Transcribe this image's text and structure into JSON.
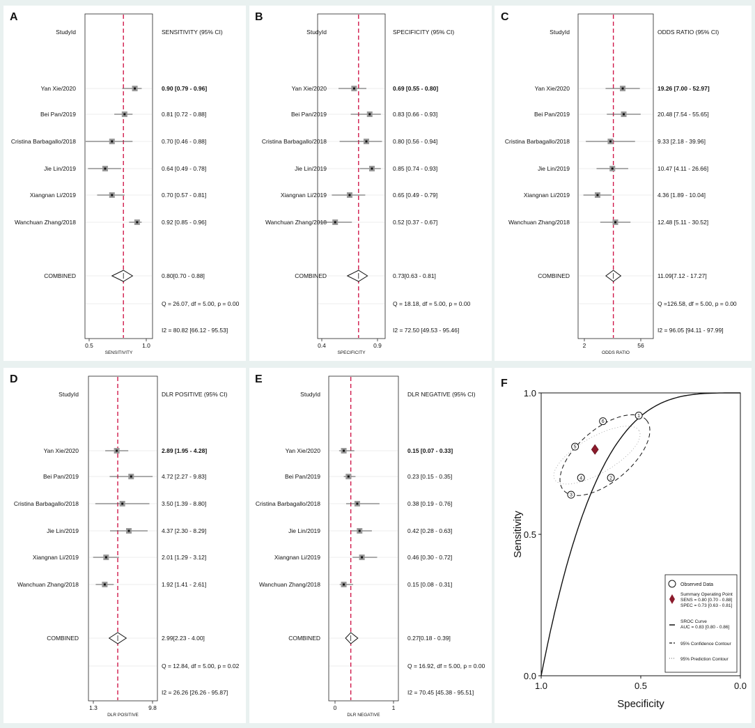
{
  "panels": [
    {
      "label": "A",
      "studyid": "StudyId",
      "header": "SENSITIVITY (95% CI)",
      "xlabel": "SENSITIVITY",
      "xmin": 0.5,
      "xmax": 1.0,
      "scale": "linear",
      "tick_values": [
        0.5,
        1.0
      ],
      "tick_labels": [
        "0.5",
        "1.0"
      ],
      "ref": 0.8,
      "studies": [
        {
          "name": "Yan Xie/2020",
          "est": 0.9,
          "lo": 0.79,
          "hi": 0.96,
          "text": "0.90 [0.79 - 0.96]",
          "bold": true
        },
        {
          "name": "Bei Pan/2019",
          "est": 0.81,
          "lo": 0.72,
          "hi": 0.88,
          "text": "0.81 [0.72 - 0.88]",
          "bold": false
        },
        {
          "name": "Cristina Barbagallo/2018",
          "est": 0.7,
          "lo": 0.46,
          "hi": 0.88,
          "text": "0.70 [0.46 - 0.88]",
          "bold": false
        },
        {
          "name": "Jie Lin/2019",
          "est": 0.64,
          "lo": 0.49,
          "hi": 0.78,
          "text": "0.64 [0.49 - 0.78]",
          "bold": false
        },
        {
          "name": "Xiangnan Li/2019",
          "est": 0.7,
          "lo": 0.57,
          "hi": 0.81,
          "text": "0.70 [0.57 - 0.81]",
          "bold": false
        },
        {
          "name": "Wanchuan Zhang/2018",
          "est": 0.92,
          "lo": 0.85,
          "hi": 0.96,
          "text": "0.92 [0.85 - 0.96]",
          "bold": false
        }
      ],
      "combined": {
        "name": "COMBINED",
        "est": 0.8,
        "lo": 0.7,
        "hi": 0.88,
        "text": "0.80[0.70 - 0.88]"
      },
      "q_text": "Q = 26.07, df = 5.00, p =  0.00",
      "i2_text": "I2 = 80.82 [66.12 - 95.53]"
    },
    {
      "label": "B",
      "studyid": "StudyId",
      "header": "SPECIFICITY (95% CI)",
      "xlabel": "SPECIFICITY",
      "xmin": 0.4,
      "xmax": 0.9,
      "scale": "linear",
      "tick_values": [
        0.4,
        0.9
      ],
      "tick_labels": [
        "0.4",
        "0.9"
      ],
      "ref": 0.73,
      "studies": [
        {
          "name": "Yan Xie/2020",
          "est": 0.69,
          "lo": 0.55,
          "hi": 0.8,
          "text": "0.69 [0.55 - 0.80]",
          "bold": true
        },
        {
          "name": "Bei Pan/2019",
          "est": 0.83,
          "lo": 0.66,
          "hi": 0.93,
          "text": "0.83 [0.66 - 0.93]",
          "bold": false
        },
        {
          "name": "Cristina Barbagallo/2018",
          "est": 0.8,
          "lo": 0.56,
          "hi": 0.94,
          "text": "0.80 [0.56 - 0.94]",
          "bold": false
        },
        {
          "name": "Jie Lin/2019",
          "est": 0.85,
          "lo": 0.74,
          "hi": 0.93,
          "text": "0.85 [0.74 - 0.93]",
          "bold": false
        },
        {
          "name": "Xiangnan Li/2019",
          "est": 0.65,
          "lo": 0.49,
          "hi": 0.79,
          "text": "0.65 [0.49 - 0.79]",
          "bold": false
        },
        {
          "name": "Wanchuan Zhang/2018",
          "est": 0.52,
          "lo": 0.37,
          "hi": 0.67,
          "text": "0.52 [0.37 - 0.67]",
          "bold": false
        }
      ],
      "combined": {
        "name": "COMBINED",
        "est": 0.73,
        "lo": 0.63,
        "hi": 0.81,
        "text": "0.73[0.63 - 0.81]"
      },
      "q_text": "Q = 18.18, df = 5.00, p =  0.00",
      "i2_text": "I2 = 72.50 [49.53 - 95.46]"
    },
    {
      "label": "C",
      "studyid": "StudyId",
      "header": "ODDS RATIO (95% CI)",
      "xlabel": "ODDS RATIO",
      "xmin": 2,
      "xmax": 56,
      "scale": "log",
      "tick_values": [
        2,
        56
      ],
      "tick_labels": [
        "2",
        "56"
      ],
      "ref": 11.09,
      "studies": [
        {
          "name": "Yan Xie/2020",
          "est": 19.26,
          "lo": 7.0,
          "hi": 52.97,
          "text": "19.26 [7.00 - 52.97]",
          "bold": true
        },
        {
          "name": "Bei Pan/2019",
          "est": 20.48,
          "lo": 7.54,
          "hi": 55.65,
          "text": "20.48 [7.54 - 55.65]",
          "bold": false
        },
        {
          "name": "Cristina Barbagallo/2018",
          "est": 9.33,
          "lo": 2.18,
          "hi": 39.96,
          "text": "9.33 [2.18 - 39.96]",
          "bold": false
        },
        {
          "name": "Jie Lin/2019",
          "est": 10.47,
          "lo": 4.11,
          "hi": 26.66,
          "text": "10.47 [4.11 - 26.66]",
          "bold": false
        },
        {
          "name": "Xiangnan Li/2019",
          "est": 4.36,
          "lo": 1.89,
          "hi": 10.04,
          "text": "4.36 [1.89 - 10.04]",
          "bold": false
        },
        {
          "name": "Wanchuan Zhang/2018",
          "est": 12.48,
          "lo": 5.11,
          "hi": 30.52,
          "text": "12.48 [5.11 - 30.52]",
          "bold": false
        }
      ],
      "combined": {
        "name": "COMBINED",
        "est": 11.09,
        "lo": 7.12,
        "hi": 17.27,
        "text": "11.09[7.12 - 17.27]"
      },
      "q_text": "Q =126.58, df = 5.00, p =  0.00",
      "i2_text": "I2 = 96.05 [94.11 - 97.99]"
    },
    {
      "label": "D",
      "studyid": "StudyId",
      "header": "DLR POSITIVE (95% CI)",
      "xlabel": "DLR POSITIVE",
      "xmin": 1.3,
      "xmax": 9.8,
      "scale": "log",
      "tick_values": [
        1.3,
        9.8
      ],
      "tick_labels": [
        "1.3",
        "9.8"
      ],
      "ref": 2.99,
      "studies": [
        {
          "name": "Yan Xie/2020",
          "est": 2.89,
          "lo": 1.95,
          "hi": 4.28,
          "text": "2.89 [1.95 - 4.28]",
          "bold": true
        },
        {
          "name": "Bei Pan/2019",
          "est": 4.72,
          "lo": 2.27,
          "hi": 9.83,
          "text": "4.72 [2.27 - 9.83]",
          "bold": false
        },
        {
          "name": "Cristina Barbagallo/2018",
          "est": 3.5,
          "lo": 1.39,
          "hi": 8.8,
          "text": "3.50 [1.39 - 8.80]",
          "bold": false
        },
        {
          "name": "Jie Lin/2019",
          "est": 4.37,
          "lo": 2.3,
          "hi": 8.29,
          "text": "4.37 [2.30 - 8.29]",
          "bold": false
        },
        {
          "name": "Xiangnan Li/2019",
          "est": 2.01,
          "lo": 1.29,
          "hi": 3.12,
          "text": "2.01 [1.29 - 3.12]",
          "bold": false
        },
        {
          "name": "Wanchuan Zhang/2018",
          "est": 1.92,
          "lo": 1.41,
          "hi": 2.61,
          "text": "1.92 [1.41 - 2.61]",
          "bold": false
        }
      ],
      "combined": {
        "name": "COMBINED",
        "est": 2.99,
        "lo": 2.23,
        "hi": 4.0,
        "text": "2.99[2.23 - 4.00]"
      },
      "q_text": "Q = 12.84, df = 5.00, p =  0.02",
      "i2_text": "I2 = 26.26 [26.26 - 95.87]"
    },
    {
      "label": "E",
      "studyid": "StudyId",
      "header": "DLR NEGATIVE (95% CI)",
      "xlabel": "DLR NEGATIVE",
      "xmin": 0,
      "xmax": 1,
      "scale": "linear",
      "tick_values": [
        0,
        1
      ],
      "tick_labels": [
        "0",
        "1"
      ],
      "ref": 0.27,
      "studies": [
        {
          "name": "Yan Xie/2020",
          "est": 0.15,
          "lo": 0.07,
          "hi": 0.33,
          "text": "0.15 [0.07 - 0.33]",
          "bold": true
        },
        {
          "name": "Bei Pan/2019",
          "est": 0.23,
          "lo": 0.15,
          "hi": 0.35,
          "text": "0.23 [0.15 - 0.35]",
          "bold": false
        },
        {
          "name": "Cristina Barbagallo/2018",
          "est": 0.38,
          "lo": 0.19,
          "hi": 0.76,
          "text": "0.38 [0.19 - 0.76]",
          "bold": false
        },
        {
          "name": "Jie Lin/2019",
          "est": 0.42,
          "lo": 0.28,
          "hi": 0.63,
          "text": "0.42 [0.28 - 0.63]",
          "bold": false
        },
        {
          "name": "Xiangnan Li/2019",
          "est": 0.46,
          "lo": 0.3,
          "hi": 0.72,
          "text": "0.46 [0.30 - 0.72]",
          "bold": false
        },
        {
          "name": "Wanchuan Zhang/2018",
          "est": 0.15,
          "lo": 0.08,
          "hi": 0.31,
          "text": "0.15 [0.08 - 0.31]",
          "bold": false
        }
      ],
      "combined": {
        "name": "COMBINED",
        "est": 0.27,
        "lo": 0.18,
        "hi": 0.39,
        "text": "0.27[0.18 - 0.39]"
      },
      "q_text": "Q = 16.92, df = 5.00, p =  0.00",
      "i2_text": "I2 = 70.45 [45.38 - 95.51]"
    }
  ],
  "sroc": {
    "label": "F",
    "xlabel": "Specificity",
    "ylabel": "Sensitivity",
    "x_ticks": [
      "1.0",
      "0.5",
      "0.0"
    ],
    "y_ticks": [
      "0.0",
      "0.5",
      "1.0"
    ],
    "observed": [
      {
        "id": "1",
        "specificity": 0.51,
        "sensitivity": 0.92
      },
      {
        "id": "2",
        "specificity": 0.65,
        "sensitivity": 0.7
      },
      {
        "id": "3",
        "specificity": 0.85,
        "sensitivity": 0.64
      },
      {
        "id": "4",
        "specificity": 0.8,
        "sensitivity": 0.7
      },
      {
        "id": "5",
        "specificity": 0.83,
        "sensitivity": 0.81
      },
      {
        "id": "6",
        "specificity": 0.69,
        "sensitivity": 0.9
      }
    ],
    "summary_point": {
      "specificity": 0.73,
      "sensitivity": 0.8,
      "color": "#8b1a2b"
    },
    "legend": [
      {
        "kind": "observed",
        "text": "Observed Data"
      },
      {
        "kind": "summary",
        "lines": [
          "Summary Operating Point",
          "SENS = 0.80 [0.70 - 0.88]",
          "SPEC = 0.73 [0.63 - 0.81]"
        ]
      },
      {
        "kind": "curve",
        "lines": [
          "SROC Curve",
          "AUC = 0.83 [0.80 - 0.86]"
        ]
      },
      {
        "kind": "confidence",
        "text": "95% Confidence Contour"
      },
      {
        "kind": "prediction",
        "text": "95% Prediction Contour"
      }
    ]
  },
  "chart_data": [
    {
      "type": "forest",
      "title": "SENSITIVITY (95% CI)",
      "xlabel": "SENSITIVITY",
      "xlim": [
        0.5,
        1.0
      ],
      "categories": [
        "Yan Xie/2020",
        "Bei Pan/2019",
        "Cristina Barbagallo/2018",
        "Jie Lin/2019",
        "Xiangnan Li/2019",
        "Wanchuan Zhang/2018",
        "COMBINED"
      ],
      "values": [
        0.9,
        0.81,
        0.7,
        0.64,
        0.7,
        0.92,
        0.8
      ],
      "lower": [
        0.79,
        0.72,
        0.46,
        0.49,
        0.57,
        0.85,
        0.7
      ],
      "upper": [
        0.96,
        0.88,
        0.88,
        0.78,
        0.81,
        0.96,
        0.88
      ]
    },
    {
      "type": "forest",
      "title": "SPECIFICITY (95% CI)",
      "xlabel": "SPECIFICITY",
      "xlim": [
        0.4,
        0.9
      ],
      "categories": [
        "Yan Xie/2020",
        "Bei Pan/2019",
        "Cristina Barbagallo/2018",
        "Jie Lin/2019",
        "Xiangnan Li/2019",
        "Wanchuan Zhang/2018",
        "COMBINED"
      ],
      "values": [
        0.69,
        0.83,
        0.8,
        0.85,
        0.65,
        0.52,
        0.73
      ],
      "lower": [
        0.55,
        0.66,
        0.56,
        0.74,
        0.49,
        0.37,
        0.63
      ],
      "upper": [
        0.8,
        0.93,
        0.94,
        0.93,
        0.79,
        0.67,
        0.81
      ]
    },
    {
      "type": "forest",
      "title": "ODDS RATIO (95% CI)",
      "xlabel": "ODDS RATIO",
      "xlim": [
        2,
        56
      ],
      "xscale": "log",
      "categories": [
        "Yan Xie/2020",
        "Bei Pan/2019",
        "Cristina Barbagallo/2018",
        "Jie Lin/2019",
        "Xiangnan Li/2019",
        "Wanchuan Zhang/2018",
        "COMBINED"
      ],
      "values": [
        19.26,
        20.48,
        9.33,
        10.47,
        4.36,
        12.48,
        11.09
      ],
      "lower": [
        7.0,
        7.54,
        2.18,
        4.11,
        1.89,
        5.11,
        7.12
      ],
      "upper": [
        52.97,
        55.65,
        39.96,
        26.66,
        10.04,
        30.52,
        17.27
      ]
    },
    {
      "type": "forest",
      "title": "DLR POSITIVE (95% CI)",
      "xlabel": "DLR POSITIVE",
      "xlim": [
        1.3,
        9.8
      ],
      "xscale": "log",
      "categories": [
        "Yan Xie/2020",
        "Bei Pan/2019",
        "Cristina Barbagallo/2018",
        "Jie Lin/2019",
        "Xiangnan Li/2019",
        "Wanchuan Zhang/2018",
        "COMBINED"
      ],
      "values": [
        2.89,
        4.72,
        3.5,
        4.37,
        2.01,
        1.92,
        2.99
      ],
      "lower": [
        1.95,
        2.27,
        1.39,
        2.3,
        1.29,
        1.41,
        2.23
      ],
      "upper": [
        4.28,
        9.83,
        8.8,
        8.29,
        3.12,
        2.61,
        4.0
      ]
    },
    {
      "type": "forest",
      "title": "DLR NEGATIVE (95% CI)",
      "xlabel": "DLR NEGATIVE",
      "xlim": [
        0,
        1
      ],
      "categories": [
        "Yan Xie/2020",
        "Bei Pan/2019",
        "Cristina Barbagallo/2018",
        "Jie Lin/2019",
        "Xiangnan Li/2019",
        "Wanchuan Zhang/2018",
        "COMBINED"
      ],
      "values": [
        0.15,
        0.23,
        0.38,
        0.42,
        0.46,
        0.15,
        0.27
      ],
      "lower": [
        0.07,
        0.15,
        0.19,
        0.28,
        0.3,
        0.08,
        0.18
      ],
      "upper": [
        0.33,
        0.35,
        0.76,
        0.63,
        0.72,
        0.31,
        0.39
      ]
    },
    {
      "type": "scatter",
      "xlabel": "Specificity",
      "ylabel": "Sensitivity",
      "xlim": [
        1.0,
        0.0
      ],
      "ylim": [
        0.0,
        1.0
      ],
      "series": [
        {
          "name": "Observed Data",
          "x": [
            0.51,
            0.65,
            0.85,
            0.8,
            0.83,
            0.69
          ],
          "y": [
            0.92,
            0.7,
            0.64,
            0.7,
            0.81,
            0.9
          ]
        },
        {
          "name": "Summary Operating Point",
          "x": [
            0.73
          ],
          "y": [
            0.8
          ]
        }
      ],
      "annotations": [
        "SENS = 0.80 [0.70 - 0.88]",
        "SPEC = 0.73 [0.63 - 0.81]",
        "AUC = 0.83 [0.80 - 0.86]"
      ]
    }
  ]
}
